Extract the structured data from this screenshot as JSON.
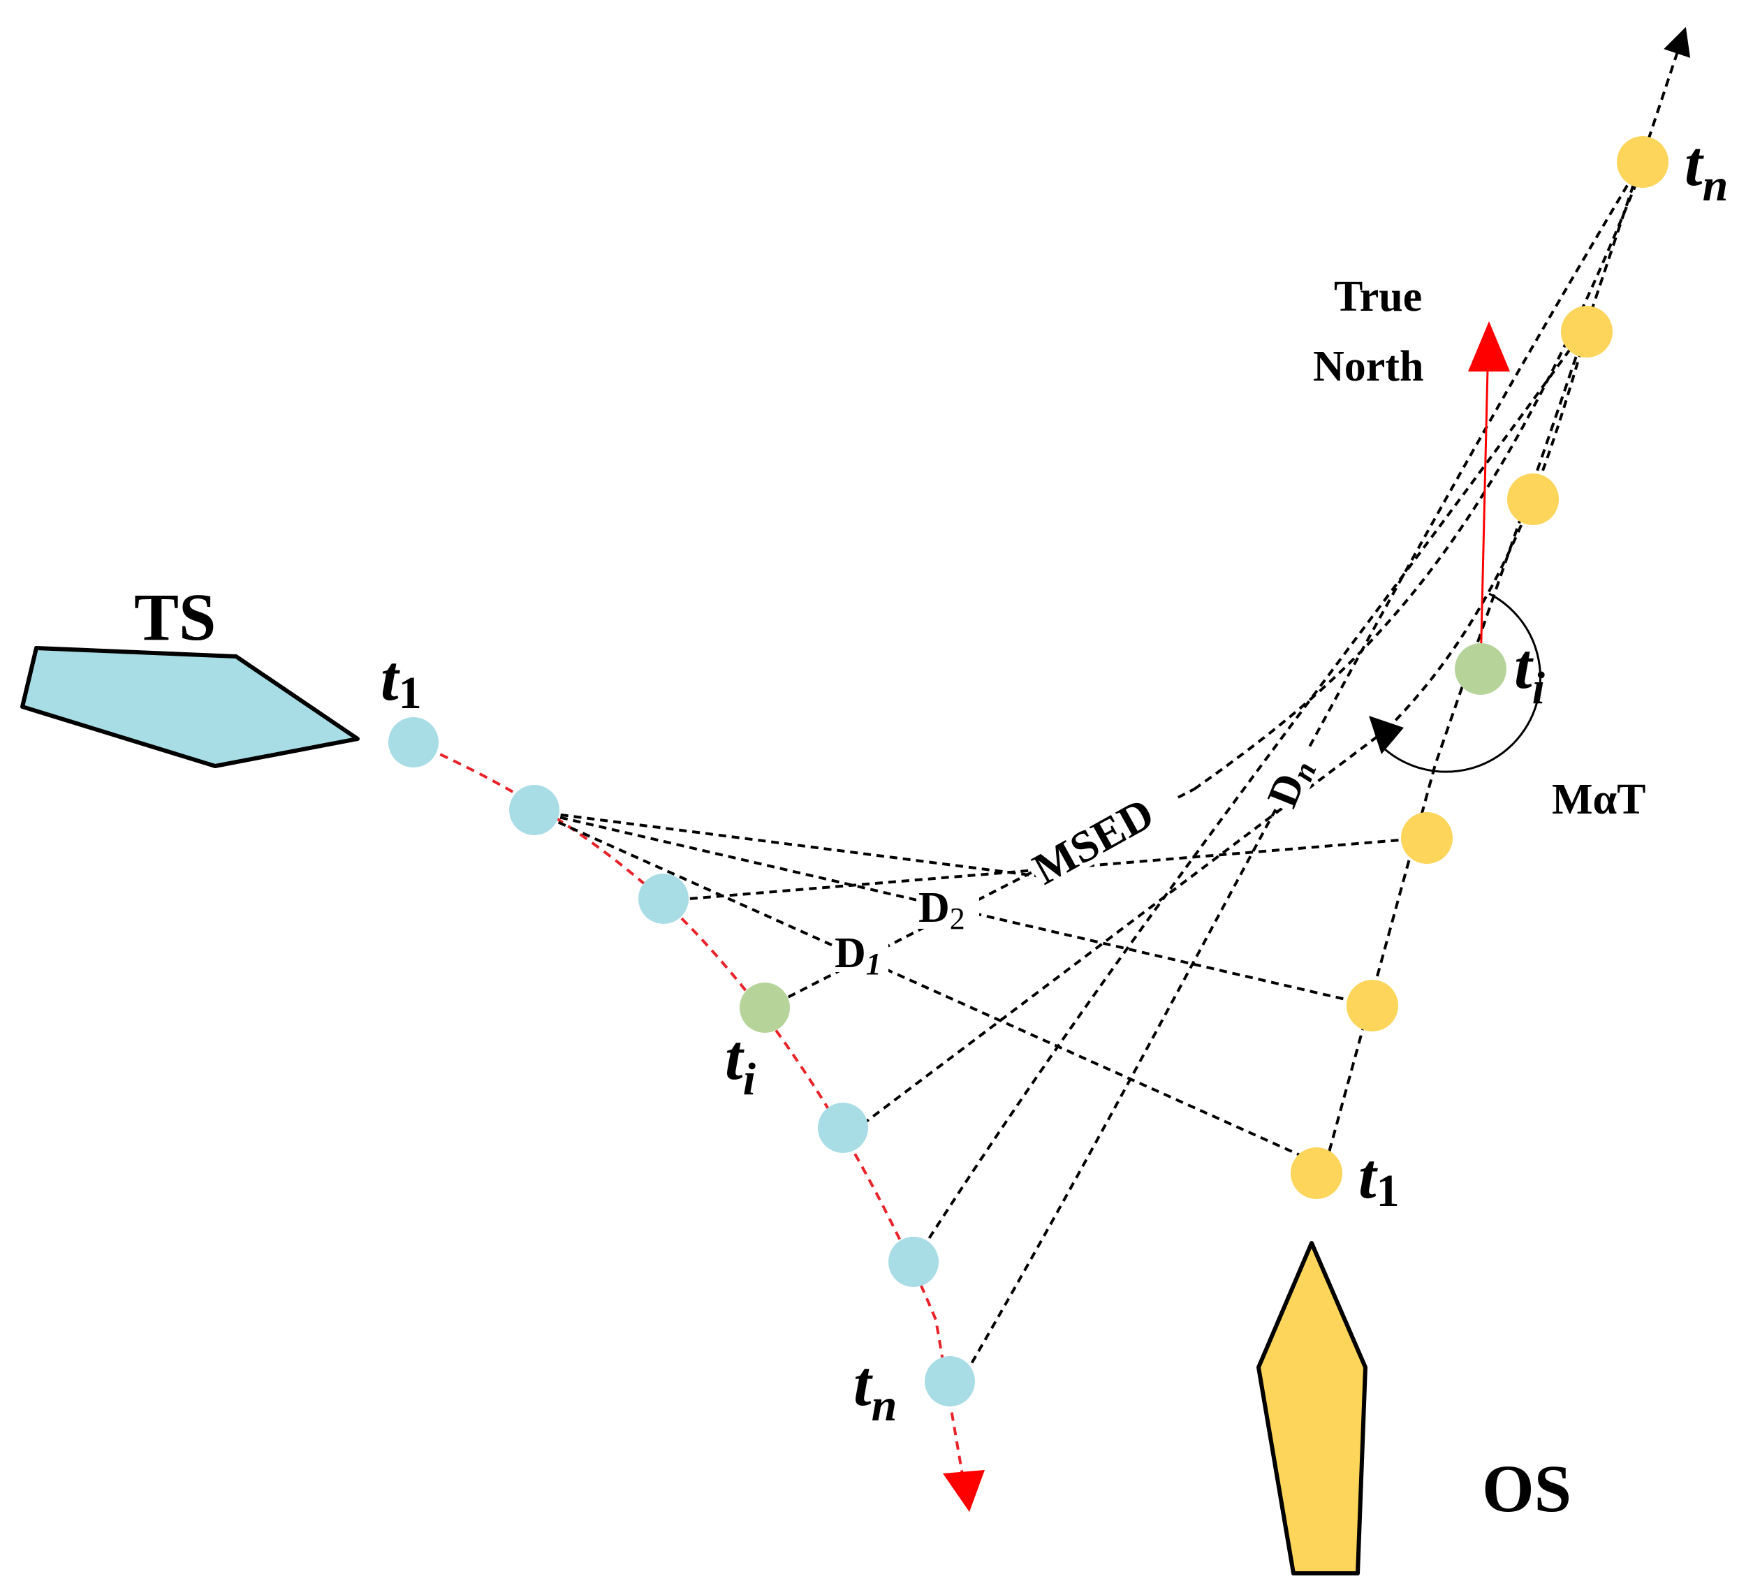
{
  "labels": {
    "ts": "TS",
    "os": "OS",
    "true_north_line1": "True",
    "true_north_line2": "North",
    "msed": "MSED",
    "d2": "D",
    "d2_sub": "2",
    "d1": "D",
    "d1_sub": "1",
    "dn": "D",
    "dn_sub": "n",
    "mat": "MαT",
    "time_t": "t",
    "sub_1": "1",
    "sub_i": "i",
    "sub_n": "n"
  },
  "colors": {
    "ts_hull": "#a8dde6",
    "os_hull": "#fcd55a",
    "ts_point": "#a8dde6",
    "os_point": "#fcd55a",
    "current_point": "#b6d49a",
    "ts_track": "#e8232a",
    "north_arrow": "#ff0000",
    "lines": "#000000"
  }
}
